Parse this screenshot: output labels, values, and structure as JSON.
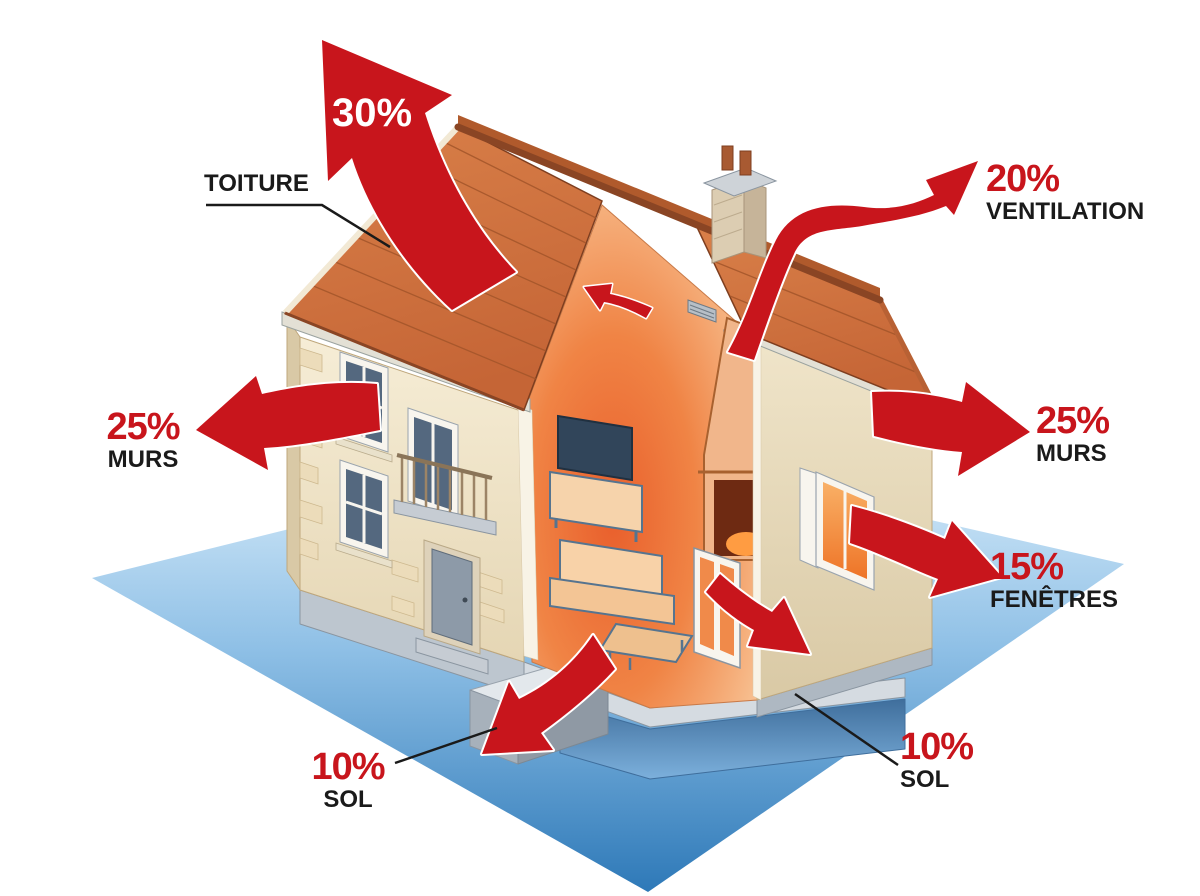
{
  "illustration": "cutaway-house-heat-loss-diagram",
  "labels": {
    "toiture": {
      "percent": "30%",
      "label": "TOITURE"
    },
    "ventilation": {
      "percent": "20%",
      "label": "VENTILATION"
    },
    "murs_left": {
      "percent": "25%",
      "label": "MURS"
    },
    "murs_right": {
      "percent": "25%",
      "label": "MURS"
    },
    "fenetres": {
      "percent": "15%",
      "label": "FENÊTRES"
    },
    "sol_left": {
      "percent": "10%",
      "label": "SOL"
    },
    "sol_right": {
      "percent": "10%",
      "label": "SOL"
    }
  },
  "colors": {
    "accent_red": "#C8151C",
    "label_black": "#1A1A1A",
    "roof_terracotta": "#CE7340",
    "wall_cream": "#F2E7CE",
    "interior_hot_orange": "#EF7A3C",
    "ground_blue": "#3F87C5",
    "foundation_gray": "#AEB8C2"
  }
}
